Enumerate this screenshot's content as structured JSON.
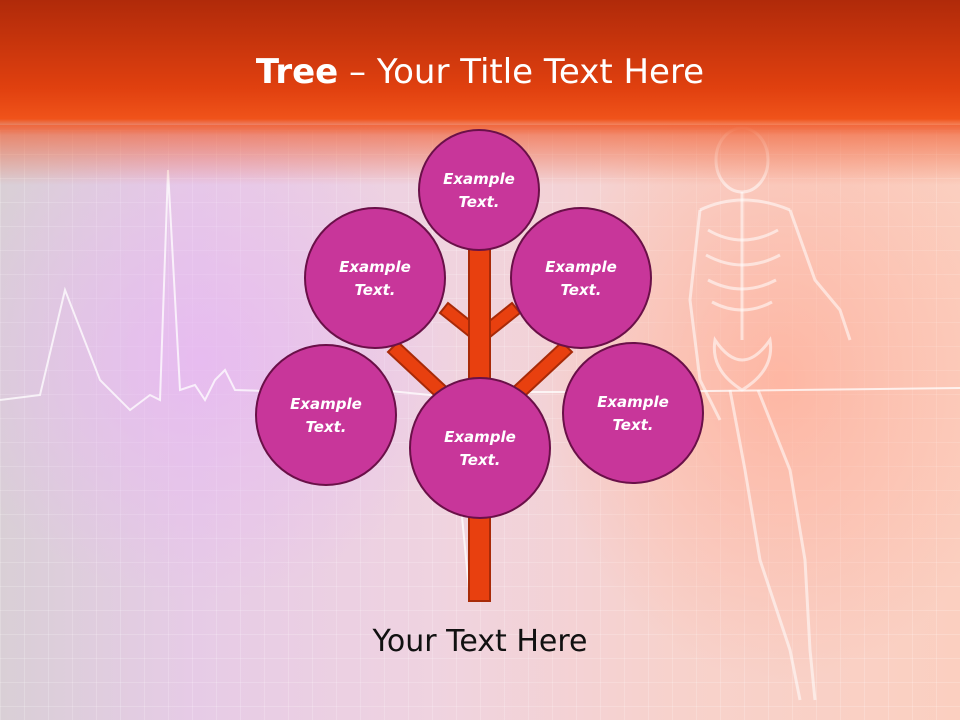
{
  "slide": {
    "title_bold": "Tree",
    "title_rest": " – Your Title Text Here",
    "footer": "Your Text Here"
  },
  "nodes": [
    {
      "line1": "Example",
      "line2": "Text."
    },
    {
      "line1": "Example",
      "line2": "Text."
    },
    {
      "line1": "Example",
      "line2": "Text."
    },
    {
      "line1": "Example",
      "line2": "Text."
    },
    {
      "line1": "Example",
      "line2": "Text."
    },
    {
      "line1": "Example",
      "line2": "Text."
    }
  ],
  "colors": {
    "header": "#e0400f",
    "branch": "#e8400f",
    "node_fill": "#c8369a",
    "node_stroke": "#6a1048"
  }
}
